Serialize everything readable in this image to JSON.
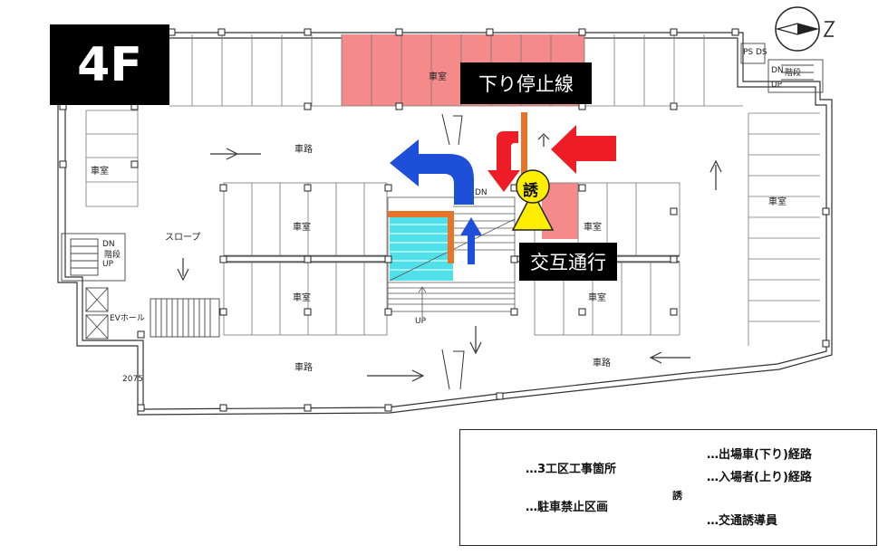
{
  "floor": "4F",
  "callouts": {
    "stop_line": "下り停止線",
    "alternating": "交互通行"
  },
  "labels": {
    "car_room": "車室",
    "car_road": "車路",
    "slope": "スロープ",
    "stairs": "階段",
    "dn": "DN",
    "up": "UP",
    "ev_hall": "EVホール",
    "ps_ds": "PS DS",
    "dimension": "2075",
    "guide_char": "誘"
  },
  "legend": {
    "construction": "…3工区工事箇所",
    "no_parking": "…駐車禁止区画",
    "exit_route": "…出場車(下り)経路",
    "entry_route": "…入場者(上り)経路",
    "guide": "…交通誘導員"
  },
  "colors": {
    "construction": "#4fe0ea",
    "no_parking": "#f58a8a",
    "exit_arrow": "#ee1c24",
    "entry_arrow": "#1d4fd8",
    "guide_yellow": "#ffee00",
    "stop_line": "#e8742a"
  }
}
